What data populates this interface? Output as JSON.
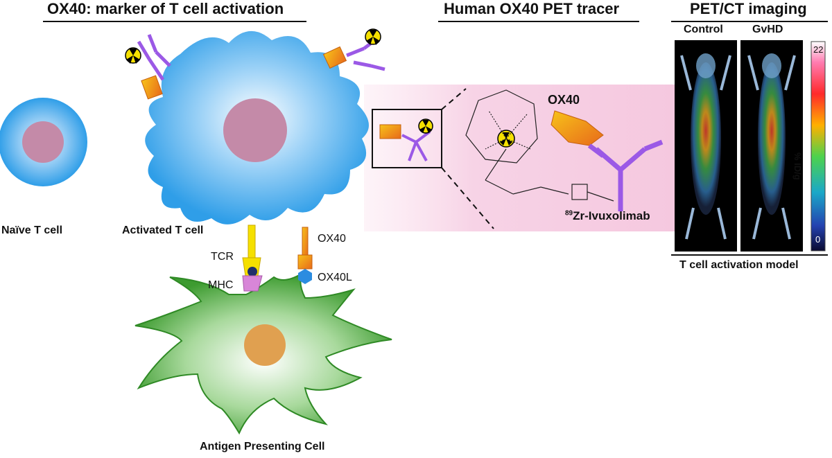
{
  "sections": {
    "left": "OX40: marker of T cell activation",
    "middle": "Human OX40 PET tracer",
    "right": "PET/CT imaging"
  },
  "cells": {
    "naive": "Naïve T cell",
    "activated": "Activated T cell",
    "apc": "Antigen Presenting Cell"
  },
  "receptors": {
    "tcr": "TCR",
    "mhc": "MHC",
    "ox40": "OX40",
    "ox40l": "OX40L"
  },
  "tracer": {
    "target": "OX40",
    "isotope": "89",
    "name": "Zr-Ivuxolimab"
  },
  "pet": {
    "control": "Control",
    "gvhd": "GvHD",
    "scale_max": "22",
    "scale_min": "0",
    "scale_label": "% ID/g",
    "caption": "T cell activation model"
  },
  "colors": {
    "tcell": "#2f9ee8",
    "nucleus": "#c48aa8",
    "apc": "#4aa83a",
    "ox40": "#f39a1c",
    "antibody": "#9b59e6",
    "pink_band": "#f7d3e6"
  }
}
